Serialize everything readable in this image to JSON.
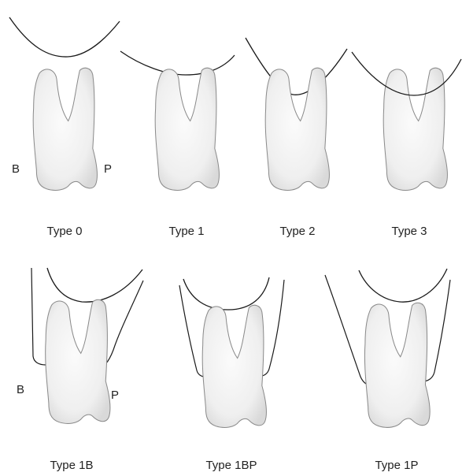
{
  "figure": {
    "panels": [
      {
        "label": "Type 0",
        "side_left": "B",
        "side_right": "P"
      },
      {
        "label": "Type 1"
      },
      {
        "label": "Type 2"
      },
      {
        "label": "Type 3"
      },
      {
        "label": "Type 1B",
        "side_left": "B",
        "side_right": "P"
      },
      {
        "label": "Type 1BP"
      },
      {
        "label": "Type 1P"
      }
    ],
    "colors": {
      "outline": "#1a1a1a",
      "tooth_fill": "#f4f4f4",
      "tooth_shade": "#d9d9d9",
      "tooth_edge": "#8a8a8a"
    }
  }
}
